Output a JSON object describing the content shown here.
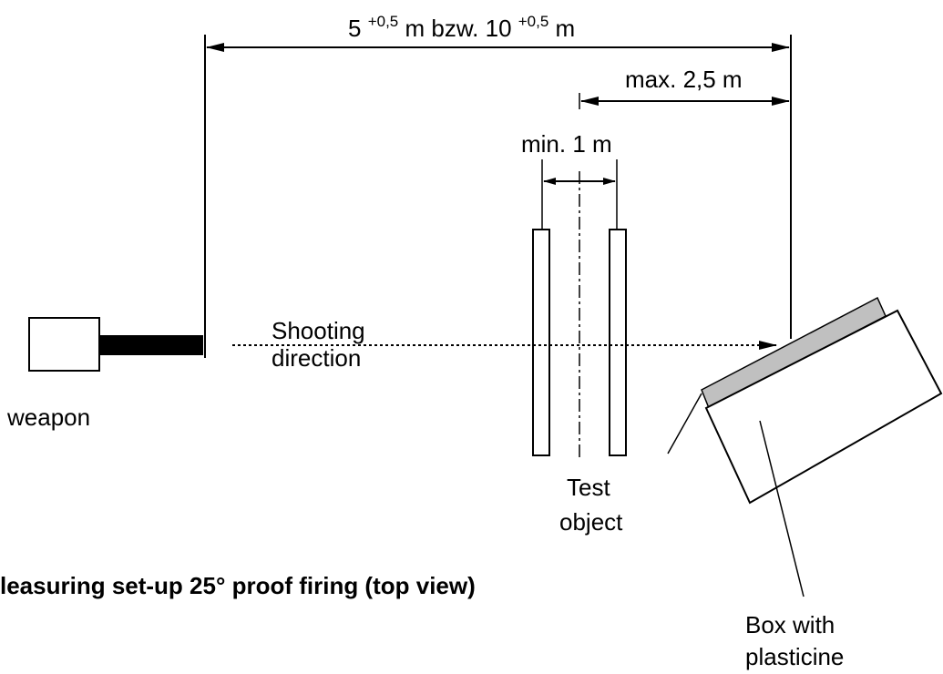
{
  "dimensions": {
    "total_distance": {
      "prefix": "5 ",
      "sup1": "+0,5",
      "middle": " m bzw. 10 ",
      "sup2": "+0,5",
      "suffix": " m"
    },
    "max_distance": "max. 2,5 m",
    "min_spacing": "min. 1 m"
  },
  "labels": {
    "weapon": "weapon",
    "shooting_line1": "Shooting",
    "shooting_line2": "direction",
    "test_line1": "Test",
    "test_line2": "object",
    "box_line1": "Box with",
    "box_line2": "plasticine"
  },
  "caption": "leasuring set-up 25° proof firing (top view)",
  "colors": {
    "ink": "#000000",
    "plasticine": "#c0c0c0",
    "background": "#ffffff"
  }
}
